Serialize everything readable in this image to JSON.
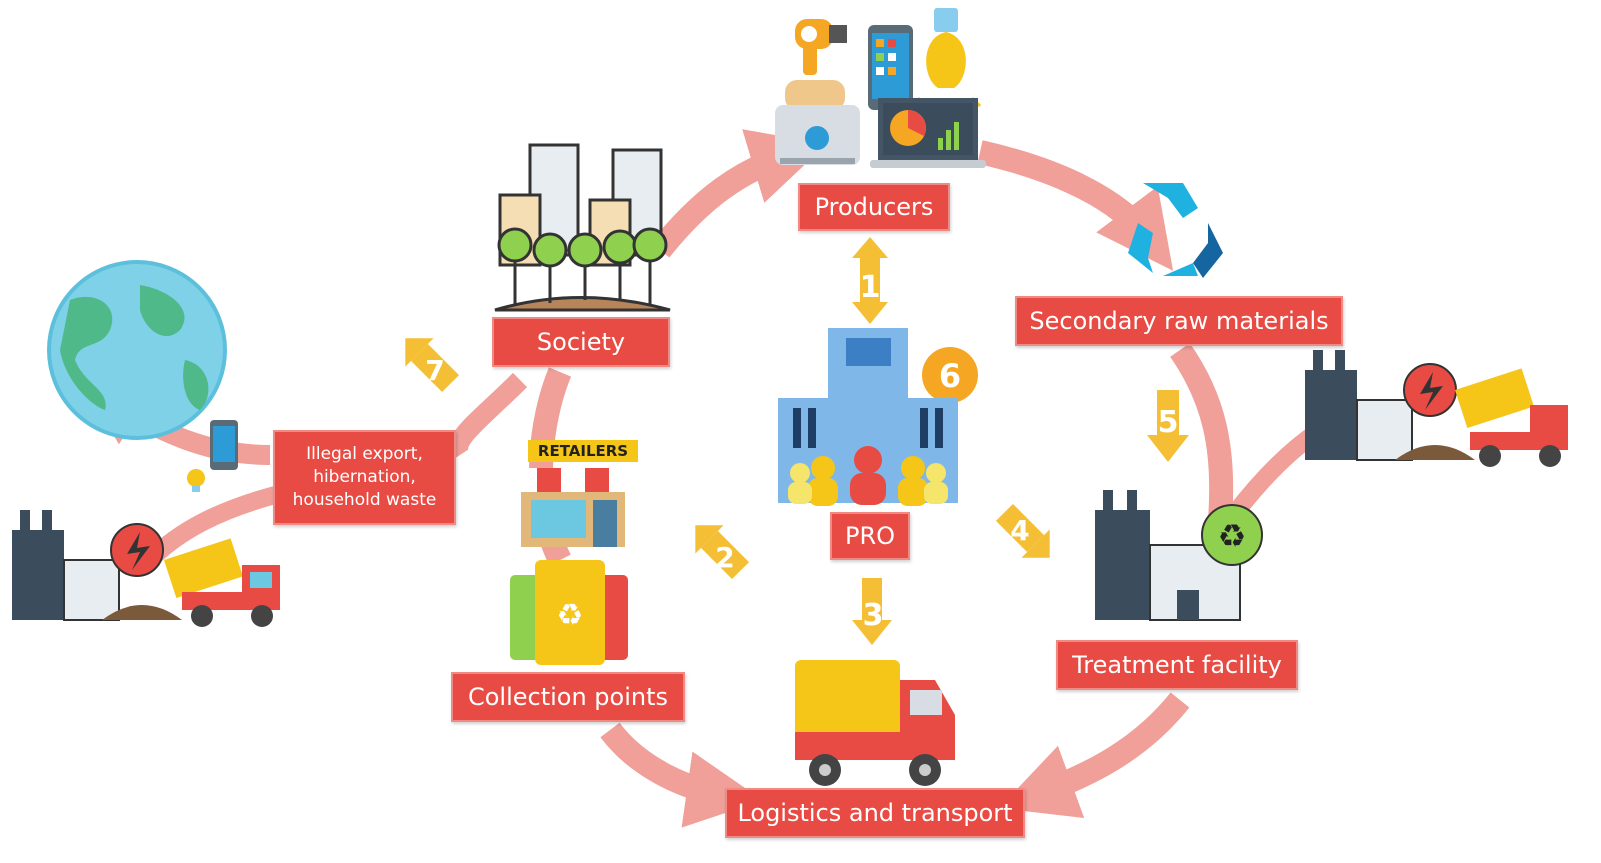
{
  "nodes": {
    "producers": "Producers",
    "society": "Society",
    "secondary": "Secondary raw materials",
    "pro": "PRO",
    "illegal": "Illegal export,\nhibernation,\nhousehold waste",
    "collection": "Collection points",
    "logistics": "Logistics and transport",
    "treatment": "Treatment facility"
  },
  "retailers_sign": "RETAILERS",
  "steps": [
    "1",
    "2",
    "3",
    "4",
    "5",
    "6",
    "7"
  ],
  "colors": {
    "box": "#e84b43",
    "cycle_arrow": "#f09a94",
    "step_arrow": "#f5bf35",
    "recycle": "#1fb2e0"
  },
  "icons": [
    "hair-dryer-icon",
    "smartphone-icon",
    "light-bulb-icon",
    "toaster-icon",
    "laptop-chart-icon",
    "city-buildings-trees-icon",
    "recycle-symbol-icon",
    "globe-icon",
    "factory-landfill-truck-icon",
    "retail-store-icon",
    "recycling-bins-icon",
    "pro-office-building-icon",
    "delivery-truck-icon",
    "treatment-factory-icon"
  ]
}
